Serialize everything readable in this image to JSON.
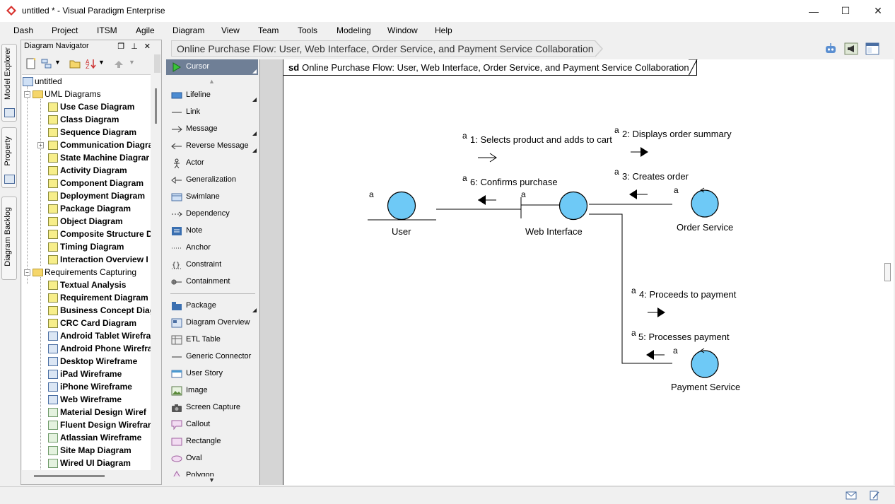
{
  "window": {
    "title": "untitled * - Visual Paradigm Enterprise",
    "minimize": "—",
    "maximize": "☐",
    "close": "✕"
  },
  "menu": [
    "Dash",
    "Project",
    "ITSM",
    "Agile",
    "Diagram",
    "View",
    "Team",
    "Tools",
    "Modeling",
    "Window",
    "Help"
  ],
  "side_tabs": [
    "Model Explorer",
    "Property",
    "Diagram Backlog"
  ],
  "navigator": {
    "title": "Diagram Navigator",
    "root": "untitled",
    "groups": [
      {
        "name": "UML Diagrams",
        "items": [
          "Use Case Diagram",
          "Class Diagram",
          "Sequence Diagram",
          "Communication Diagra",
          "State Machine Diagrar",
          "Activity Diagram",
          "Component Diagram",
          "Deployment Diagram",
          "Package Diagram",
          "Object Diagram",
          "Composite Structure D",
          "Timing Diagram",
          "Interaction Overview I"
        ]
      },
      {
        "name": "Requirements Capturing",
        "items": [
          "Textual Analysis",
          "Requirement Diagram",
          "Business Concept Diag",
          "CRC Card Diagram",
          "Android Tablet Wirefra",
          "Android Phone Wirefra",
          "Desktop Wireframe",
          "iPad Wireframe",
          "iPhone Wireframe",
          "Web Wireframe",
          "Material Design Wiref",
          "Fluent Design Wirefrar",
          "Atlassian Wireframe",
          "Site Map Diagram",
          "Wired UI Diagram"
        ]
      }
    ]
  },
  "palette": {
    "items": [
      "Cursor",
      "Lifeline",
      "Link",
      "Message",
      "Reverse Message",
      "Actor",
      "Generalization",
      "Swimlane",
      "Dependency",
      "Note",
      "Anchor",
      "Constraint",
      "Containment",
      "Package",
      "Diagram Overview",
      "ETL Table",
      "Generic Connector",
      "User Story",
      "Image",
      "Screen Capture",
      "Callout",
      "Rectangle",
      "Oval",
      "Polygon"
    ]
  },
  "breadcrumb": "Online Purchase Flow: User, Web Interface, Order Service, and Payment Service Collaboration",
  "diagram": {
    "frame_kind": "sd",
    "frame_title": "Online Purchase Flow: User, Web Interface, Order Service, and Payment Service Collaboration",
    "lifelines": [
      "User",
      "Web Interface",
      "Order Service",
      "Payment Service"
    ],
    "stereo_marker": "a",
    "messages": [
      "1: Selects product and adds to cart",
      "2: Displays order summary",
      "3: Creates order",
      "4: Proceeds to payment",
      "5: Processes payment",
      "6: Confirms purchase"
    ]
  },
  "colors": {
    "lifeline_fill": "#6ec9f6",
    "palette_selected": "#6f7f96",
    "canvas": "#ffffff"
  }
}
